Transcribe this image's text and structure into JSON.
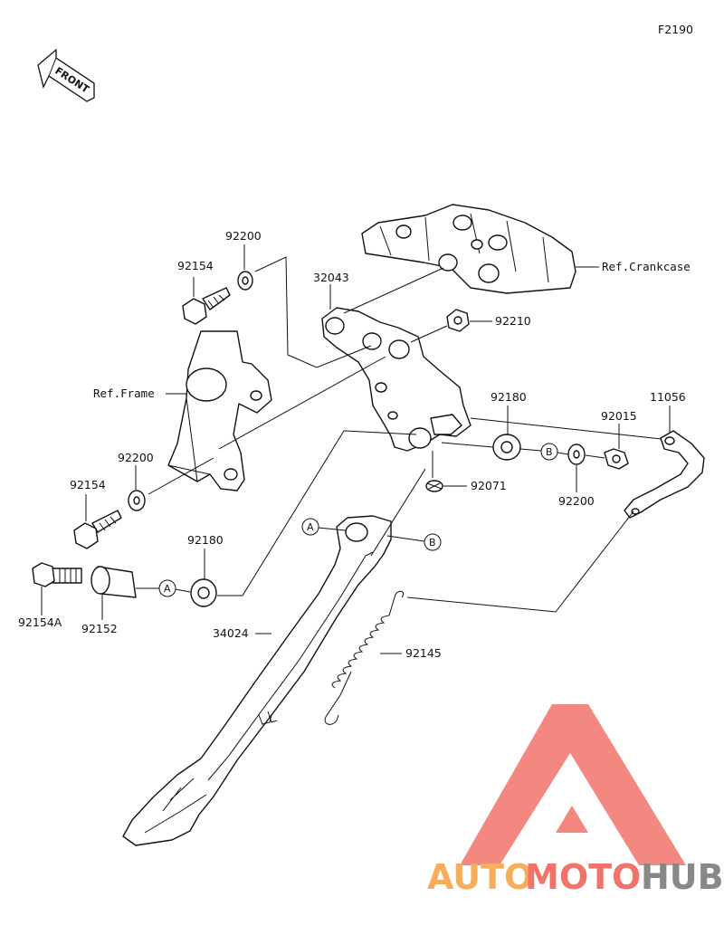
{
  "figure_code": "F2190",
  "front_badge": "FRONT",
  "refs": {
    "crankcase": "Ref.Crankcase",
    "frame": "Ref.Frame"
  },
  "parts": {
    "p92200_top": "92200",
    "p92154_top": "92154",
    "p32043": "32043",
    "p92210": "92210",
    "p92180_right": "92180",
    "p92015": "92015",
    "p11056": "11056",
    "p92071": "92071",
    "p92200_right": "92200",
    "p92200_left": "92200",
    "p92154_left": "92154",
    "p92180_left": "92180",
    "p92154A": "92154A",
    "p92152": "92152",
    "p34024": "34024",
    "p92145": "92145"
  },
  "markers": {
    "a": "A",
    "b": "B"
  },
  "watermark": {
    "word1": "AUTO",
    "word2": "MOTO",
    "word3": "HUB",
    "color_red": "#f0645a",
    "color_orange": "#f7a64a",
    "color_gray": "#7c7c7c"
  }
}
